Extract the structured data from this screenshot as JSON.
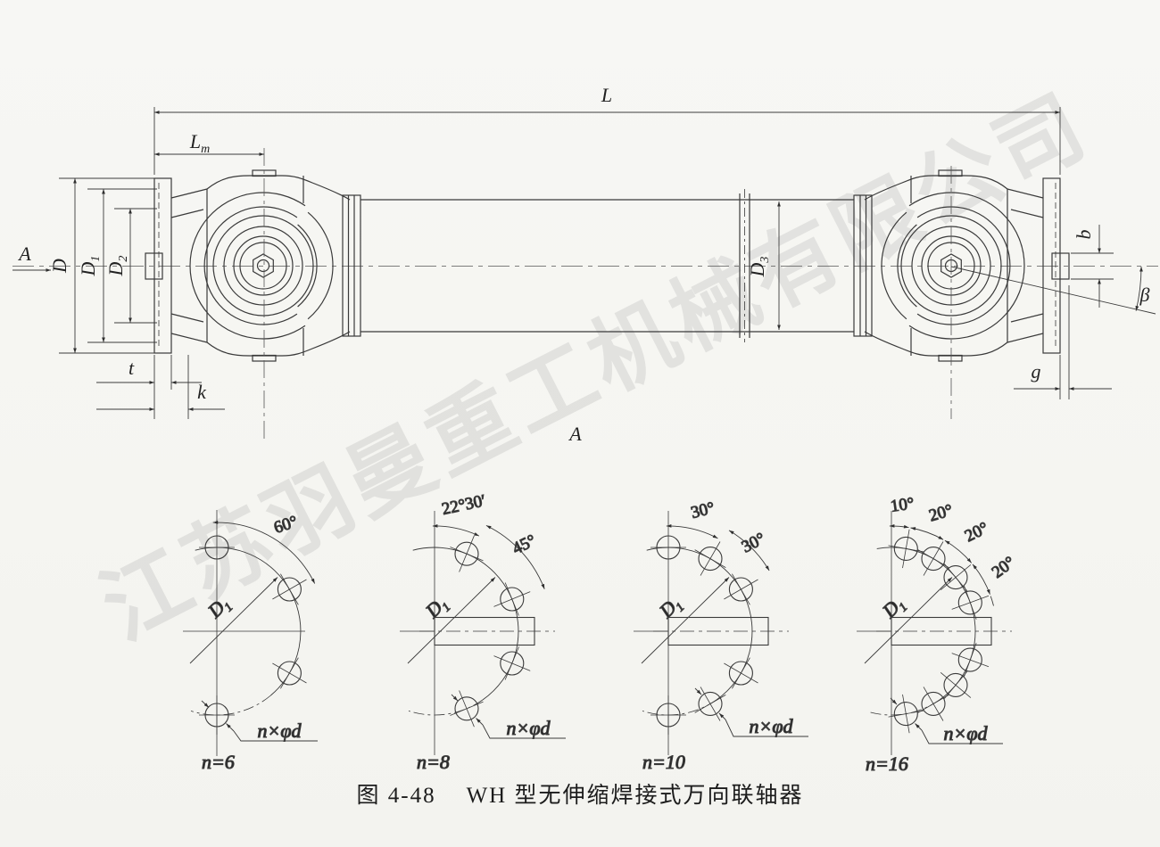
{
  "figure": {
    "watermark": "江苏羽曼重工机械有限公司",
    "caption_number": "图 4-48",
    "caption_title": "WH 型无伸缩焊接式万向联轴器",
    "section_view_label": "A",
    "view_direction_label": "A"
  },
  "dimension_labels": {
    "overall_length": "L",
    "hub_length_base": "L",
    "hub_length_sub": "m",
    "flange_od": "D",
    "bolt_circle_base": "D",
    "bolt_circle_sub": "1",
    "spigot_base": "D",
    "spigot_sub": "2",
    "tube_base": "D",
    "tube_sub": "3",
    "key_width": "b",
    "angle_beta": "β",
    "gap": "g",
    "flange_thickness": "t",
    "offset_k": "k"
  },
  "bolt_patterns": [
    {
      "count_label": "n=6",
      "angles": [
        "60°"
      ],
      "radius_base": "D",
      "radius_sub": "1",
      "holes_note": "n×φd"
    },
    {
      "count_label": "n=8",
      "angles": [
        "22°30′",
        "45°"
      ],
      "radius_base": "D",
      "radius_sub": "1",
      "holes_note": "n×φd"
    },
    {
      "count_label": "n=10",
      "angles": [
        "30°",
        "30°"
      ],
      "radius_base": "D",
      "radius_sub": "1",
      "holes_note": "n×φd"
    },
    {
      "count_label": "n=16",
      "angles": [
        "10°",
        "20°",
        "20°",
        "20°"
      ],
      "radius_base": "D",
      "radius_sub": "1",
      "holes_note": "n×φd"
    }
  ]
}
